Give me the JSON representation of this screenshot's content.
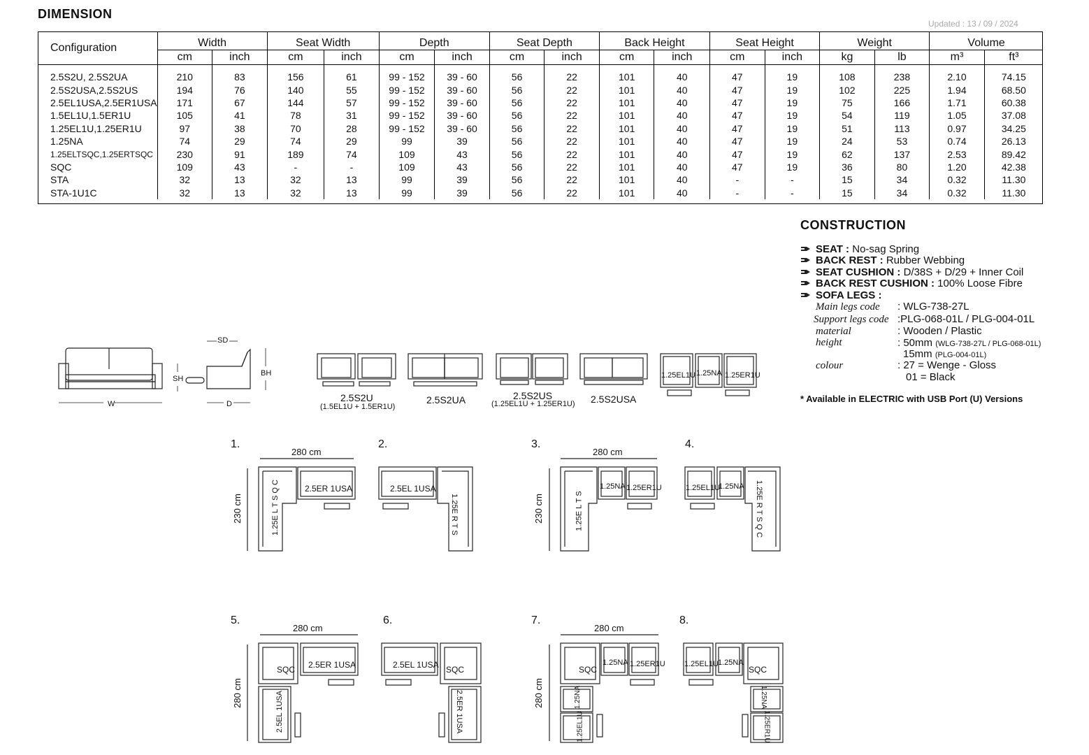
{
  "dimension": {
    "title": "DIMENSION",
    "updated": "Updated :  13 / 09 / 2024",
    "config_header": "Configuration",
    "groups": [
      {
        "name": "Width",
        "units": [
          "cm",
          "inch"
        ]
      },
      {
        "name": "Seat  Width",
        "units": [
          "cm",
          "inch"
        ]
      },
      {
        "name": "Depth",
        "units": [
          "cm",
          "inch"
        ]
      },
      {
        "name": "Seat Depth",
        "units": [
          "cm",
          "inch"
        ]
      },
      {
        "name": "Back Height",
        "units": [
          "cm",
          "inch"
        ]
      },
      {
        "name": "Seat Height",
        "units": [
          "cm",
          "inch"
        ]
      },
      {
        "name": "Weight",
        "units": [
          "kg",
          "lb"
        ]
      },
      {
        "name": "Volume",
        "units": [
          "m³",
          "ft³"
        ]
      }
    ],
    "rows": [
      [
        "2.5S2U, 2.5S2UA",
        "210",
        "83",
        "156",
        "61",
        "99 - 152",
        "39 - 60",
        "56",
        "22",
        "101",
        "40",
        "47",
        "19",
        "108",
        "238",
        "2.10",
        "74.15"
      ],
      [
        "2.5S2USA,2.5S2US",
        "194",
        "76",
        "140",
        "55",
        "99 - 152",
        "39 - 60",
        "56",
        "22",
        "101",
        "40",
        "47",
        "19",
        "102",
        "225",
        "1.94",
        "68.50"
      ],
      [
        "2.5EL1USA,2.5ER1USA",
        "171",
        "67",
        "144",
        "57",
        "99 - 152",
        "39 - 60",
        "56",
        "22",
        "101",
        "40",
        "47",
        "19",
        "75",
        "166",
        "1.71",
        "60.38"
      ],
      [
        "1.5EL1U,1.5ER1U",
        "105",
        "41",
        "78",
        "31",
        "99 - 152",
        "39 - 60",
        "56",
        "22",
        "101",
        "40",
        "47",
        "19",
        "54",
        "119",
        "1.05",
        "37.08"
      ],
      [
        "1.25EL1U,1.25ER1U",
        "97",
        "38",
        "70",
        "28",
        "99 - 152",
        "39 - 60",
        "56",
        "22",
        "101",
        "40",
        "47",
        "19",
        "51",
        "113",
        "0.97",
        "34.25"
      ],
      [
        "1.25NA",
        "74",
        "29",
        "74",
        "29",
        "99",
        "39",
        "56",
        "22",
        "101",
        "40",
        "47",
        "19",
        "24",
        "53",
        "0.74",
        "26.13"
      ],
      [
        "1.25ELTSQC,1.25ERTSQC",
        "230",
        "91",
        "189",
        "74",
        "109",
        "43",
        "56",
        "22",
        "101",
        "40",
        "47",
        "19",
        "62",
        "137",
        "2.53",
        "89.42"
      ],
      [
        "SQC",
        "109",
        "43",
        "-",
        "-",
        "109",
        "43",
        "56",
        "22",
        "101",
        "40",
        "47",
        "19",
        "36",
        "80",
        "1.20",
        "42.38"
      ],
      [
        "STA",
        "32",
        "13",
        "32",
        "13",
        "99",
        "39",
        "56",
        "22",
        "101",
        "40",
        "-",
        "-",
        "15",
        "34",
        "0.32",
        "11.30"
      ],
      [
        "STA-1U1C",
        "32",
        "13",
        "32",
        "13",
        "99",
        "39",
        "56",
        "22",
        "101",
        "40",
        "-",
        "-",
        "15",
        "34",
        "0.32",
        "11.30"
      ]
    ]
  },
  "construction": {
    "title": "CONSTRUCTION",
    "items": [
      {
        "label": "SEAT :",
        "value": " No-sag Spring"
      },
      {
        "label": "BACK REST :",
        "value": " Rubber Webbing"
      },
      {
        "label": "SEAT CUSHION :",
        "value": " D/38S + D/29 + Inner Coil"
      },
      {
        "label": "BACK REST CUSHION :",
        "value": " 100% Loose Fibre"
      },
      {
        "label": "SOFA LEGS :",
        "value": ""
      }
    ],
    "legs": [
      {
        "label": "Main legs code",
        "value": ": WLG-738-27L",
        "sub": ""
      },
      {
        "label": "Support legs code",
        "value": ":PLG-068-01L / PLG-004-01L",
        "sub": ""
      },
      {
        "label": "material",
        "value": ": Wooden / Plastic",
        "sub": ""
      },
      {
        "label": "height",
        "value": ": 50mm",
        "sub": "(WLG-738-27L / PLG-068-01L)"
      }
    ],
    "height2": "15mm",
    "height2_sub": "(PLG-004-01L)",
    "colour_label": "colour",
    "colour1": ":  27 = Wenge - Gloss",
    "colour2": "01 = Black",
    "note": "* Available in ELECTRIC with USB Port (U) Versions"
  },
  "diagram": {
    "dim_labels": {
      "w": "W",
      "sh": "SH",
      "sd": "SD",
      "d": "D",
      "bh": "BH"
    },
    "sofas": [
      {
        "name": "2.5S2U",
        "sub": "(1.5EL1U + 1.5ER1U)"
      },
      {
        "name": "2.5S2UA",
        "sub": ""
      },
      {
        "name": "2.5S2US",
        "sub": "(1.25EL1U + 1.25ER1U)"
      },
      {
        "name": "2.5S2USA",
        "sub": ""
      }
    ],
    "modules": [
      "1.25EL1U",
      "1.25NA",
      "1.25ER1U"
    ],
    "layouts": [
      {
        "num": "1.",
        "width": "280 cm",
        "height": "230 cm",
        "a": "1.25E L T S Q C",
        "b": "2.5ER 1USA"
      },
      {
        "num": "2.",
        "a": "2.5EL 1USA",
        "b": "1.25E R T S"
      },
      {
        "num": "3.",
        "width": "280 cm",
        "height": "230 cm",
        "a": "1.25E L T S",
        "b": "1.25NA",
        "c": "1.25ER1U"
      },
      {
        "num": "4.",
        "a": "1.25EL1U",
        "b": "1.25NA",
        "c": "1.25E R T S Q C"
      },
      {
        "num": "5.",
        "width": "280 cm",
        "height": "280 cm",
        "a": "SQC",
        "b": "2.5ER 1USA",
        "c": "2.5EL 1USA"
      },
      {
        "num": "6.",
        "a": "2.5EL 1USA",
        "b": "SQC",
        "c": "2.5ER 1USA"
      },
      {
        "num": "7.",
        "width": "280 cm",
        "height": "280 cm",
        "a": "SQC",
        "b": "1.25NA",
        "c": "1.25ER1U",
        "d": "1.25NA",
        "e": "1.25EL1U"
      },
      {
        "num": "8.",
        "a": "1.25EL1U",
        "b": "1.25NA",
        "c": "SQC",
        "d": "1.25NA",
        "e": "1.25ER1U"
      }
    ]
  }
}
